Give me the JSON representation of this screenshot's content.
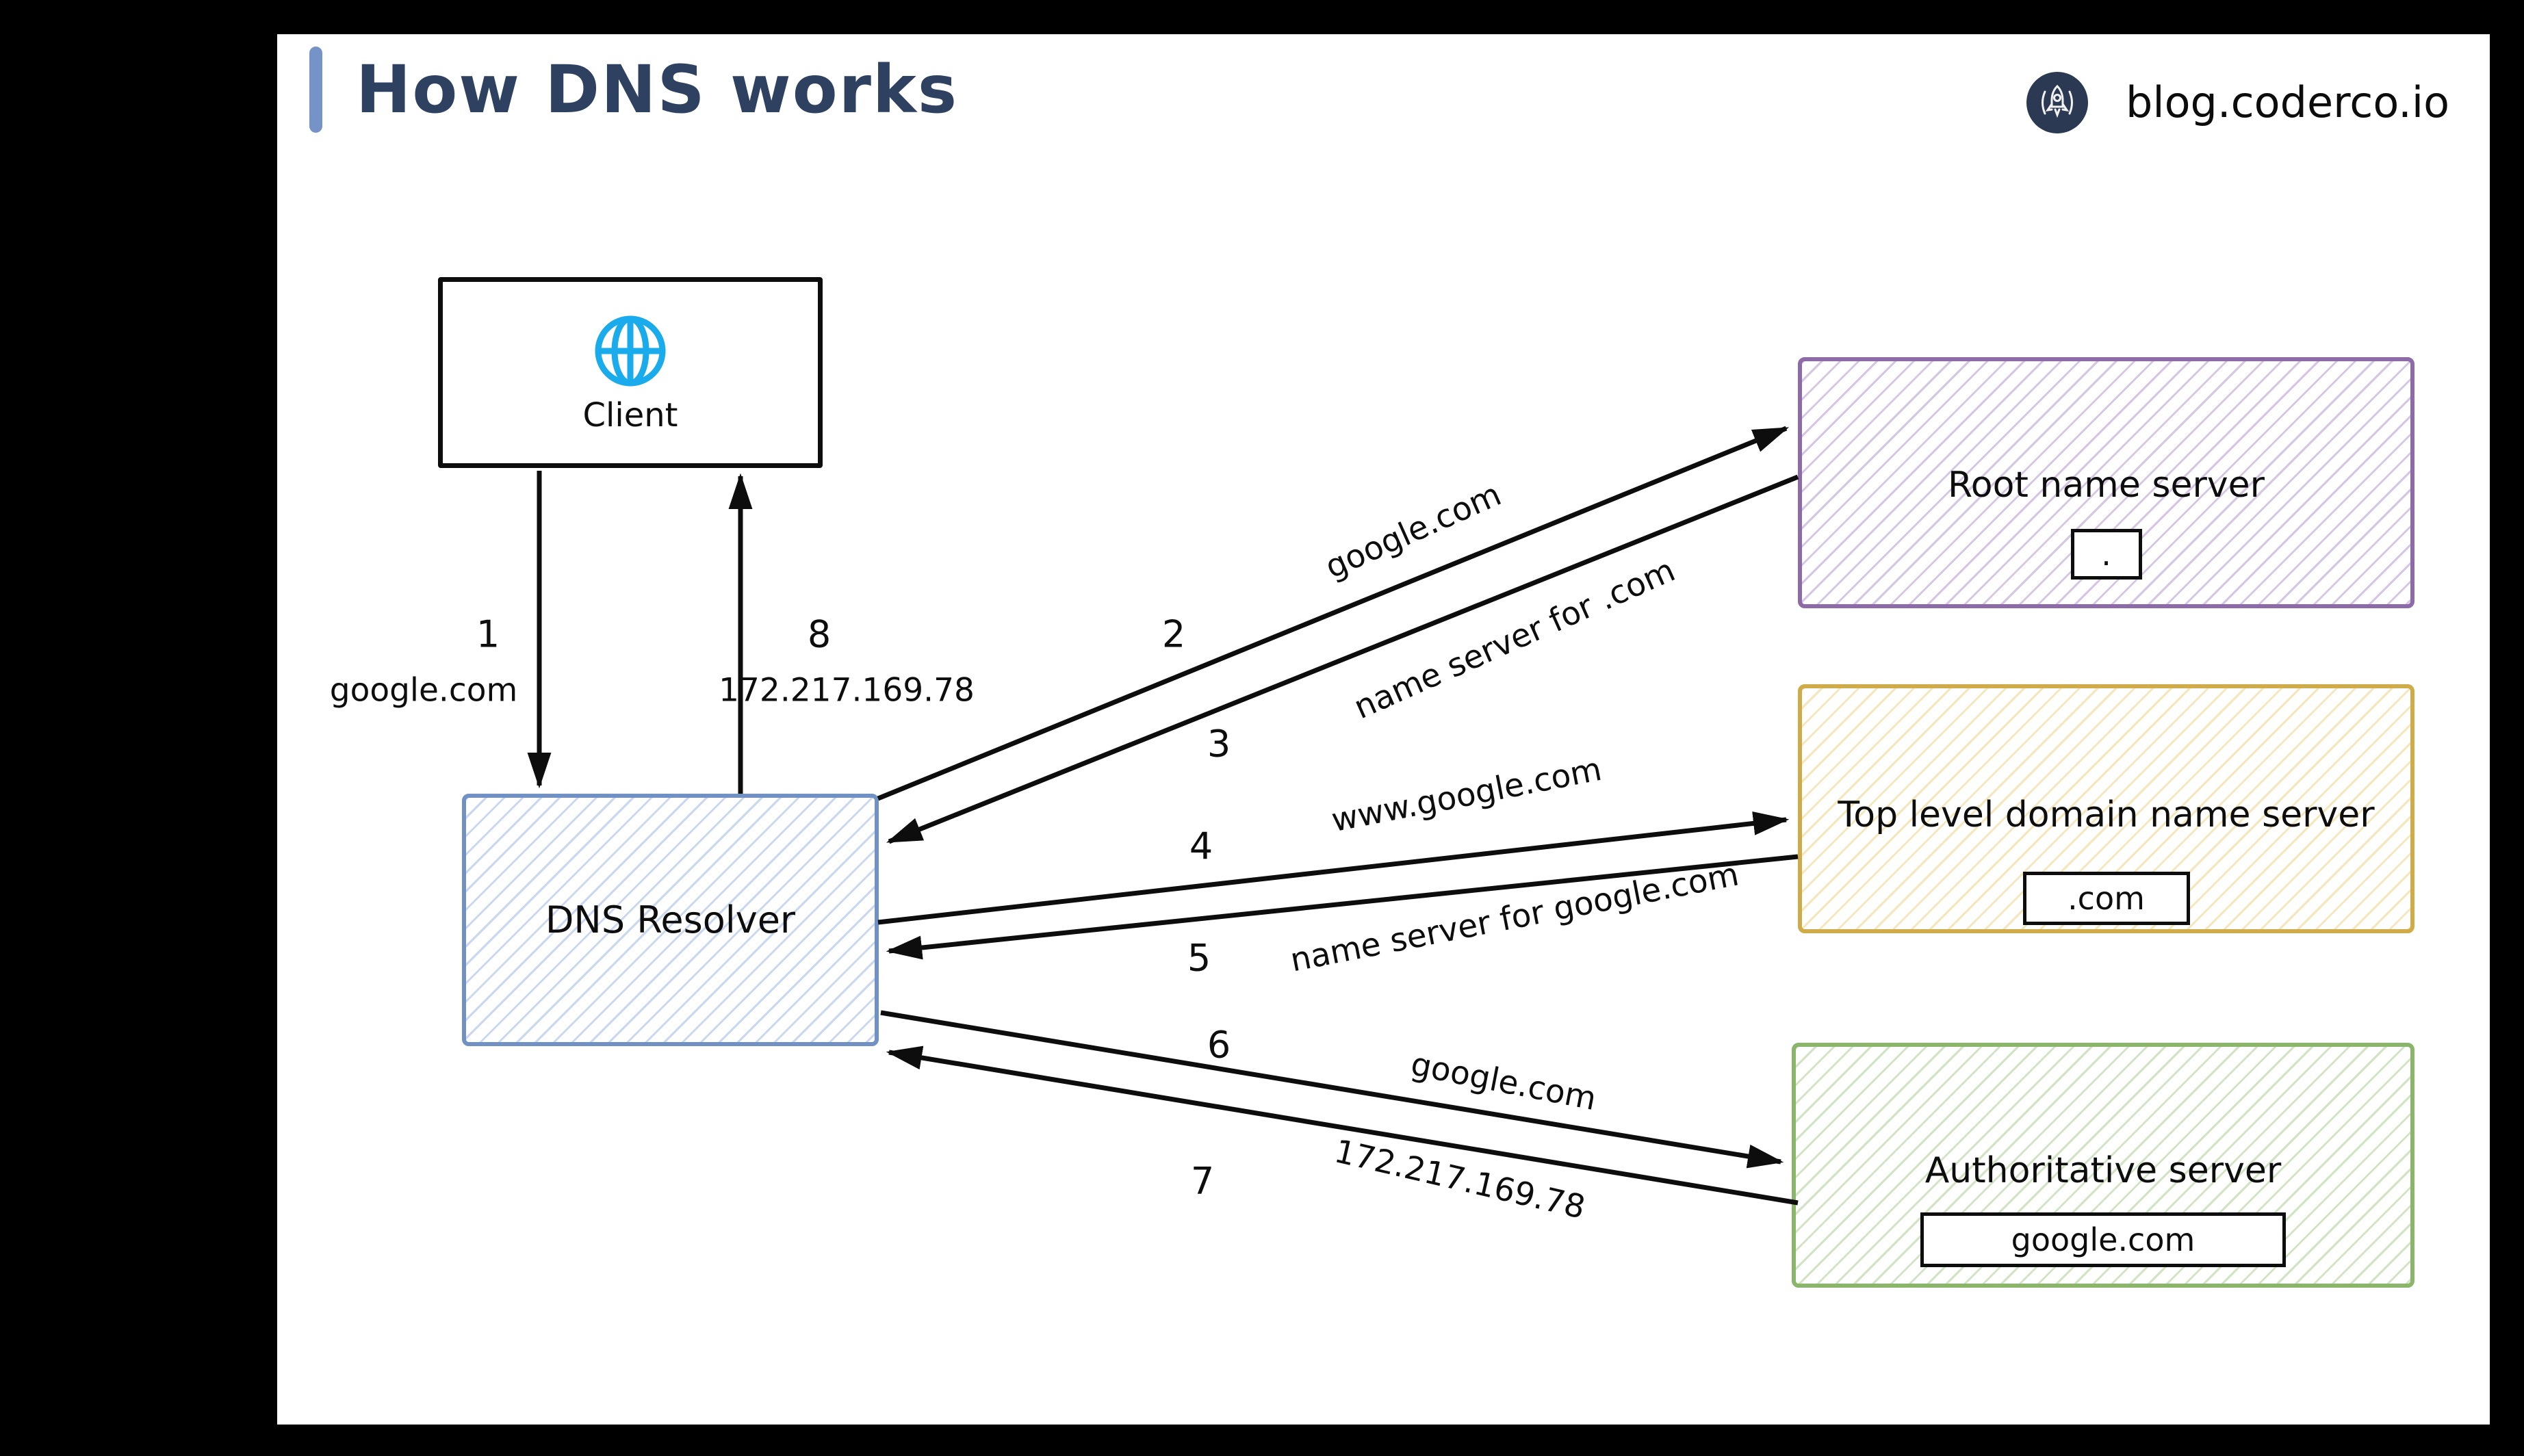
{
  "header": {
    "title": "How DNS works",
    "brand": "blog.coderco.io"
  },
  "nodes": {
    "client": {
      "label": "Client"
    },
    "resolver": {
      "label": "DNS Resolver"
    },
    "root": {
      "label": "Root name server",
      "badge": "."
    },
    "tld": {
      "label": "Top level domain name server",
      "badge": ".com"
    },
    "authoritative": {
      "label": "Authoritative server",
      "badge": "google.com"
    }
  },
  "steps": [
    {
      "num": "1",
      "label": "google.com",
      "from": "Client",
      "to": "DNS Resolver"
    },
    {
      "num": "2",
      "label": "google.com",
      "from": "DNS Resolver",
      "to": "Root name server"
    },
    {
      "num": "3",
      "label": "name server for .com",
      "from": "Root name server",
      "to": "DNS Resolver"
    },
    {
      "num": "4",
      "label": "www.google.com",
      "from": "DNS Resolver",
      "to": "Top level domain name server"
    },
    {
      "num": "5",
      "label": "name server for google.com",
      "from": "Top level domain name server",
      "to": "DNS Resolver"
    },
    {
      "num": "6",
      "label": "google.com",
      "from": "DNS Resolver",
      "to": "Authoritative server"
    },
    {
      "num": "7",
      "label": "172.217.169.78",
      "from": "Authoritative server",
      "to": "DNS Resolver"
    },
    {
      "num": "8",
      "label": "172.217.169.78",
      "from": "DNS Resolver",
      "to": "Client"
    }
  ],
  "icons": {
    "globe": "globe-icon",
    "rocket": "rocket-icon"
  },
  "colors": {
    "background": "#000000",
    "canvas": "#ffffff",
    "title_text": "#2e4160",
    "title_pill": "#7593c7",
    "logo_circle": "#2b3a52",
    "globe": "#1aabec",
    "resolver_border": "#7191c4",
    "resolver_hatch": "#c9d8f0",
    "root_border": "#8d6ba8",
    "root_hatch": "#d6c6e4",
    "tld_border": "#d0ab4a",
    "tld_hatch": "#f5e6bb",
    "authoritative_border": "#8ab56a",
    "authoritative_hatch": "#d0e4c3",
    "arrow": "#0d0d0d"
  }
}
